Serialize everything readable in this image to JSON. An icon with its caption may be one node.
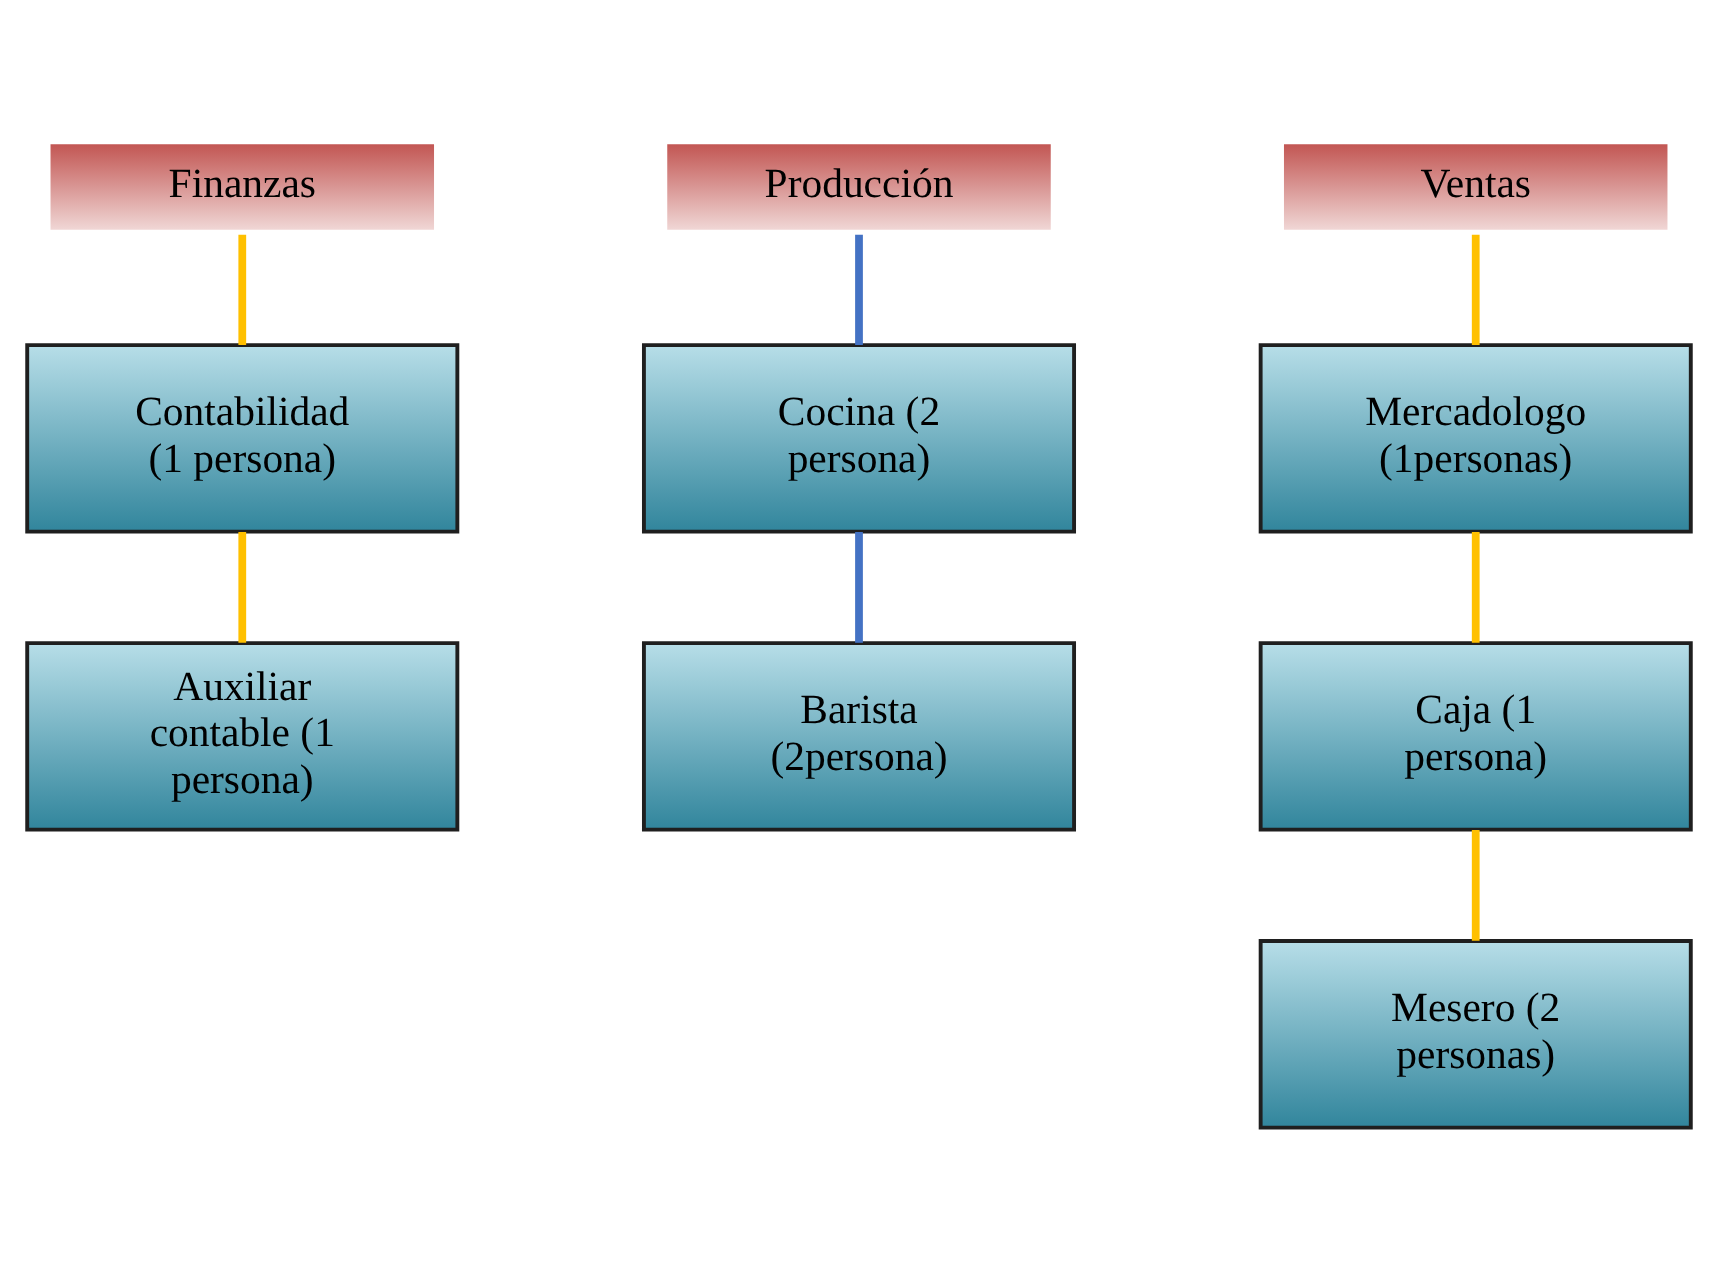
{
  "diagram": {
    "nodes": [
      {
        "text": [
          "Finanzas"
        ]
      },
      {
        "text": [
          "Producción"
        ]
      },
      {
        "text": [
          "Ventas"
        ]
      },
      {
        "text": [
          "Contabilidad (1 persona)"
        ]
      },
      {
        "text": [
          "Auxiliar contable (1 persona)"
        ]
      },
      {
        "text": [
          "Cocina (2 persona)"
        ]
      },
      {
        "text": [
          "Barista (2persona)"
        ]
      },
      {
        "text": [
          "Mercadologo (1personas)"
        ]
      },
      {
        "text": [
          "Caja (1 persona)"
        ]
      },
      {
        "text": [
          "Mesero (2 personas)"
        ]
      }
    ],
    "edges": [
      {
        "from": 0,
        "to": 3,
        "arrow": "none"
      },
      {
        "from": 3,
        "to": 4,
        "arrow": "none"
      },
      {
        "from": 1,
        "to": 5,
        "arrow": "none",
        "color": "#4472c4"
      },
      {
        "from": 5,
        "to": 6,
        "arrow": "none",
        "color": "#4472c4"
      },
      {
        "from": 2,
        "to": 7,
        "arrow": "none"
      },
      {
        "from": 7,
        "to": 8,
        "arrow": "none"
      },
      {
        "from": 8,
        "to": 9,
        "arrow": "none"
      }
    ]
  }
}
